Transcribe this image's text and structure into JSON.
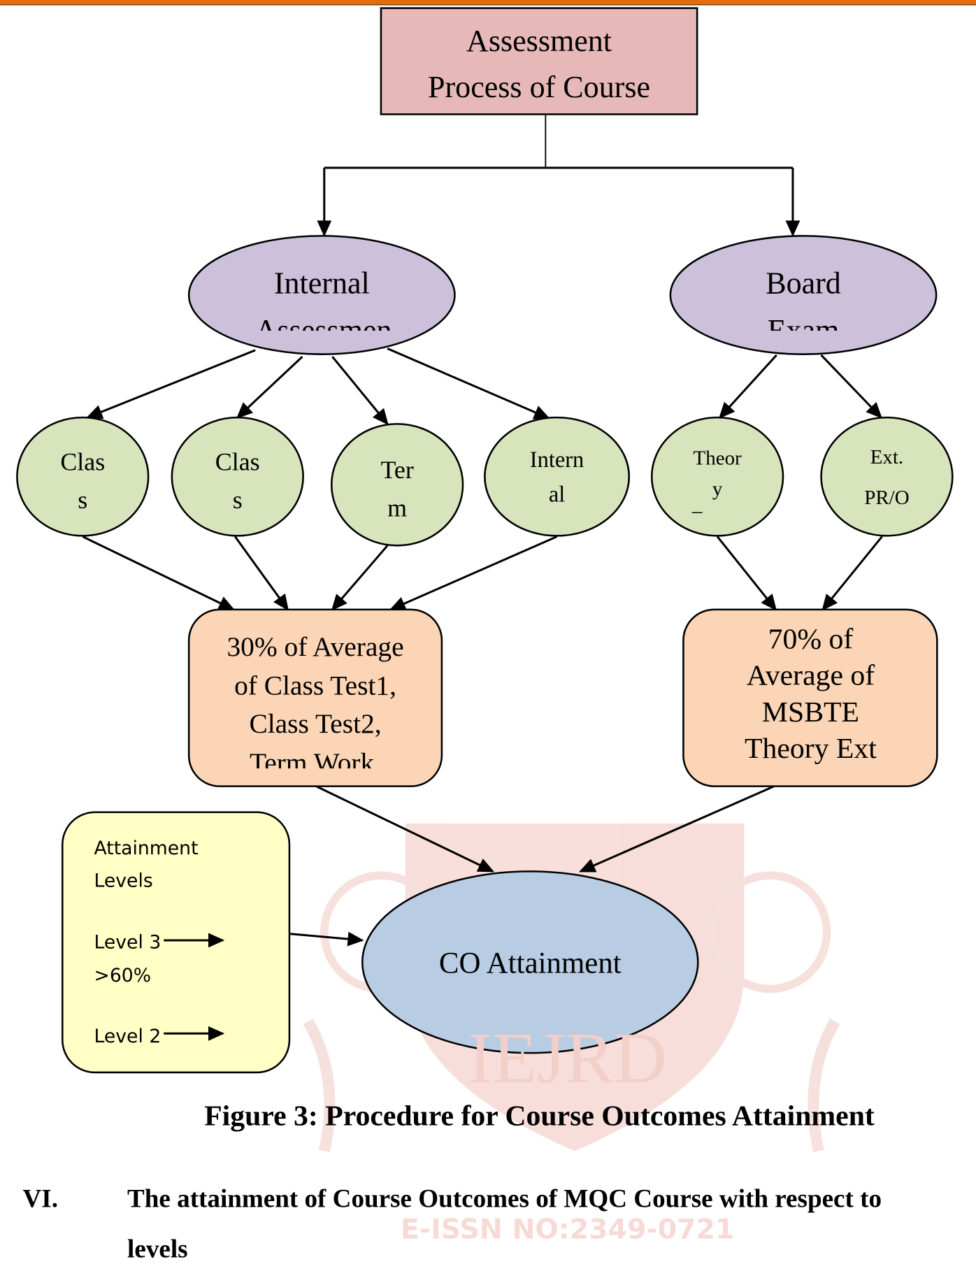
{
  "colors": {
    "top_rule": "#e46c0a",
    "root_fill": "#e6b8b7",
    "assessment_fill": "#ccc0da",
    "component_fill": "#d7e4bc",
    "weight_fill": "#fbd5b5",
    "result_fill": "#b8cce4",
    "levels_fill": "#ffffc6",
    "watermark": "#f2c4bd"
  },
  "diagram": {
    "root": {
      "lines": [
        "Assessment",
        "Process of Course"
      ]
    },
    "internal": {
      "lines": [
        "Internal",
        "Assessmen"
      ]
    },
    "board": {
      "lines": [
        "Board",
        "Exam"
      ]
    },
    "components": [
      {
        "lines": [
          "Clas",
          "s"
        ]
      },
      {
        "lines": [
          "Clas",
          "s"
        ]
      },
      {
        "lines": [
          "Ter",
          "m"
        ]
      },
      {
        "lines": [
          "Intern",
          "al"
        ]
      },
      {
        "lines": [
          "Theor",
          "y",
          "_"
        ]
      },
      {
        "lines": [
          "Ext.",
          "PR/O"
        ]
      }
    ],
    "internal_weight": {
      "lines": [
        "30% of Average",
        "of Class Test1,",
        "Class Test2,",
        "Term Work,"
      ]
    },
    "board_weight": {
      "lines": [
        "70% of",
        "Average of",
        "MSBTE",
        "Theory Ext"
      ]
    },
    "result": {
      "label": "CO Attainment"
    },
    "levels": {
      "lines": [
        "Attainment",
        "Levels",
        "Level 3",
        ">60%",
        "Level 2"
      ]
    }
  },
  "watermark": {
    "logo_text": "IEJRD",
    "issn": "E-ISSN NO:2349-0721"
  },
  "caption": "Figure 3: Procedure for Course Outcomes Attainment",
  "section": {
    "number": "VI.",
    "heading_line1": "The attainment of Course Outcomes of MQC Course with respect to",
    "heading_line2": "levels"
  }
}
